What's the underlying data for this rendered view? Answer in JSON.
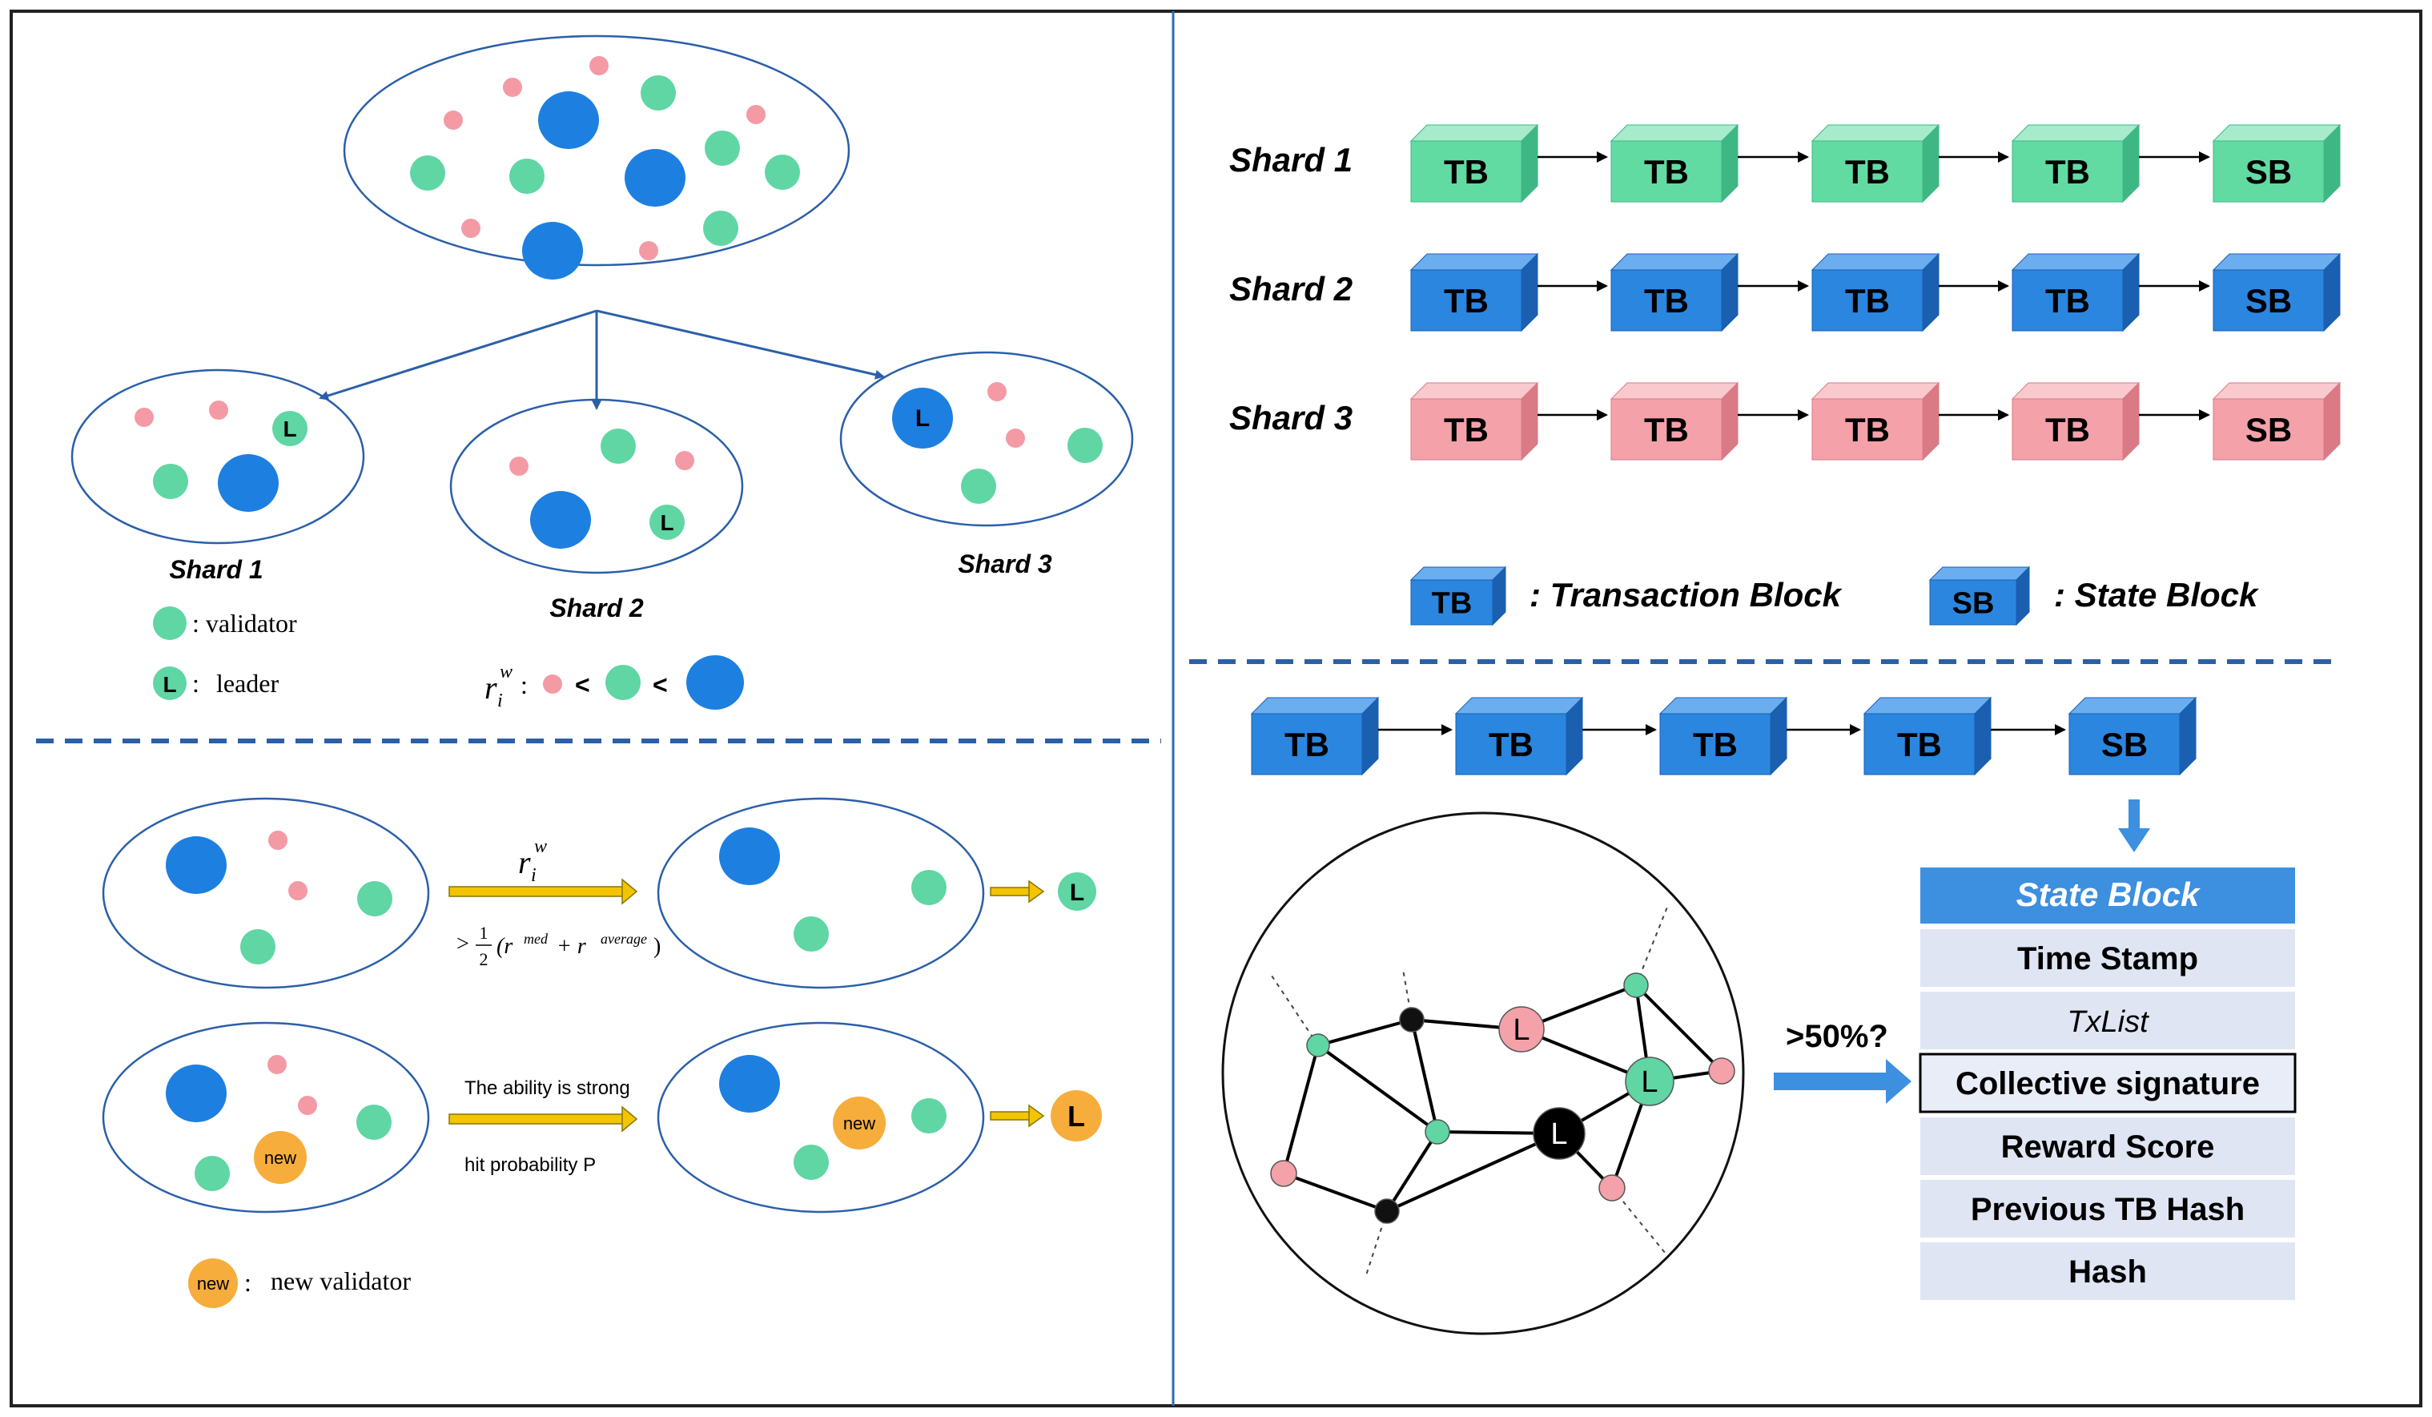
{
  "colors": {
    "validator": "#5fd6a3",
    "small_node": "#f49aa5",
    "large_node": "#1d7fe0",
    "new_node": "#f6ad3c",
    "line_blue": "#2b5fa8",
    "tb_green": "#62dba3",
    "tb_blue": "#2b86e0",
    "tb_pink": "#f4a1aa",
    "state_header": "#3d8fe0",
    "state_row": "#dfe5f3",
    "arrow_yellow": "#f2c500"
  },
  "top_left": {
    "shard_labels": [
      "Shard 1",
      "Shard 2",
      "Shard 3"
    ],
    "leader_letter": "L",
    "legend": {
      "validator_text": ": validator",
      "leader_text": "leader",
      "colon": ":",
      "ordering_symbol": "r",
      "ordering_sub": "i",
      "ordering_sup": "w",
      "ordering_colon": ":",
      "lt": "<"
    }
  },
  "bottom_left": {
    "row1": {
      "arrow_symbol": "r",
      "arrow_sub": "i",
      "arrow_sup": "w",
      "condition_gt": ">",
      "condition_num": "1",
      "condition_den": "2",
      "condition_open": "(r",
      "condition_med": "med",
      "condition_plus": "+ r",
      "condition_avg": "average",
      "condition_close": ")",
      "result_letter": "L"
    },
    "row2": {
      "arrow_top_text": "The ability is strong",
      "arrow_bottom_text": "hit probability P",
      "new_label": "new",
      "result_letter": "L"
    },
    "legend": {
      "new_label": "new",
      "colon": ":",
      "text": "new validator"
    }
  },
  "top_right": {
    "shards": [
      {
        "label": "Shard 1",
        "blocks": [
          "TB",
          "TB",
          "TB",
          "TB",
          "SB"
        ],
        "color": "green"
      },
      {
        "label": "Shard 2",
        "blocks": [
          "TB",
          "TB",
          "TB",
          "TB",
          "SB"
        ],
        "color": "blue"
      },
      {
        "label": "Shard 3",
        "blocks": [
          "TB",
          "TB",
          "TB",
          "TB",
          "SB"
        ],
        "color": "pink"
      }
    ],
    "legend": {
      "tb_box": "TB",
      "tb_text": ": Transaction Block",
      "sb_box": "SB",
      "sb_text": ": State Block"
    }
  },
  "bottom_right": {
    "chain_blocks": [
      "TB",
      "TB",
      "TB",
      "TB",
      "SB"
    ],
    "vote_text": ">50%?",
    "node_letter": "L",
    "state_block": {
      "header": "State Block",
      "rows": [
        "Time Stamp",
        "TxList",
        "Collective signature",
        "Reward Score",
        "Previous TB Hash",
        "Hash"
      ]
    }
  }
}
